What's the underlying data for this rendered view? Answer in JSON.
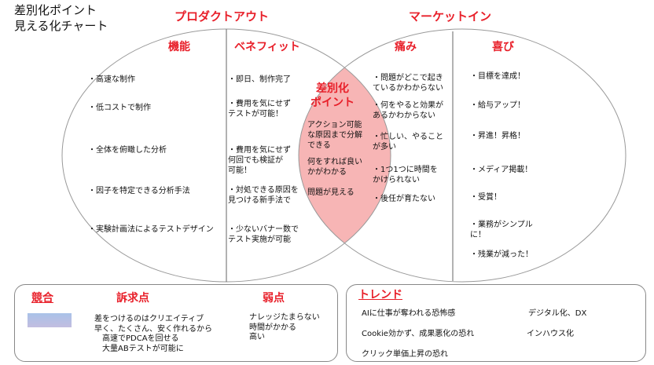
{
  "title": [
    "差別化ポイント",
    "見える化チャート"
  ],
  "headers": {
    "product_out": "プロダクトアウト",
    "market_in": "マーケットイン",
    "features": "機能",
    "benefits": "ベネフィット",
    "pains": "痛み",
    "joys": "喜び",
    "diff": "差別化\nポイント"
  },
  "features": [
    "・高速な制作",
    "・低コストで制作",
    "・全体を俯瞰した分析",
    "・因子を特定できる分析手法",
    "・実験計画法によるテストデザイン"
  ],
  "benefits": [
    "・即日、制作完了",
    "・費用を気にせず\nテストが可能！",
    "・費用を気にせず\n何回でも検証が\n可能！",
    "・対処できる原因を\n見つける新手法で",
    "・少ないバナー数で\nテスト実施が可能"
  ],
  "diff_points": [
    "アクション可能\nな原因まで分解\nできる",
    "何をすれば良い\nかがわかる",
    "問題が見える"
  ],
  "pains": [
    "・問題がどこで起き\nているかわからない",
    "・何をやると効果が\nあるかわからない",
    "・忙しい、やること\nが多い",
    "・1つ1つに時間を\nかけられない",
    "・後任が育たない"
  ],
  "joys": [
    "・目標を達成！",
    "・給与アップ！",
    "・昇進！昇格！",
    "・メディア掲載！",
    "・受賞！",
    "・業務がシンプル\nに！",
    "・残業が減った！"
  ],
  "competition": {
    "title": "競合",
    "appeal_title": "訴求点",
    "appeal": "差をつけるのはクリエイティブ\n早く、たくさん、安く作れるから\n　高速でPDCAを回せる\n　大量ABテストが可能に",
    "weak_title": "弱点",
    "weak": "ナレッジたまらない\n時間がかかる\n高い"
  },
  "trend": {
    "title": "トレンド",
    "items": [
      "AIに仕事が奪われる恐怖感",
      "Cookie効かず、成果悪化の恐れ",
      "クリック単価上昇の恐れ",
      "デジタル化、DX",
      "インハウス化"
    ]
  },
  "colors": {
    "accent": "#e8202a",
    "lens": "#f7b5b5"
  }
}
